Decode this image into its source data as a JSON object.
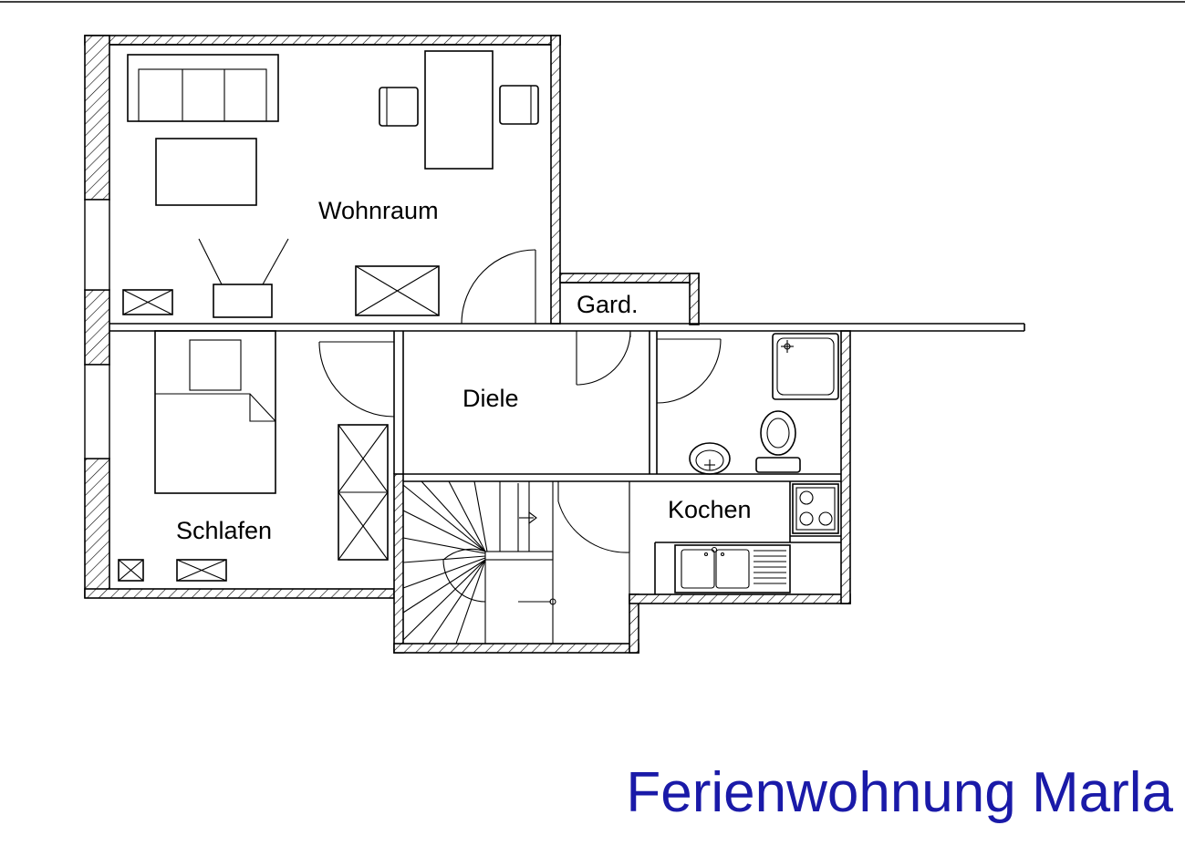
{
  "title": "Ferienwohnung Marla",
  "colors": {
    "title": "#1a1aa8",
    "lines": "#000000",
    "background": "#ffffff"
  },
  "rooms": {
    "wohnraum": "Wohnraum",
    "gard": "Gard.",
    "diele": "Diele",
    "schlafen": "Schlafen",
    "kochen": "Kochen"
  }
}
